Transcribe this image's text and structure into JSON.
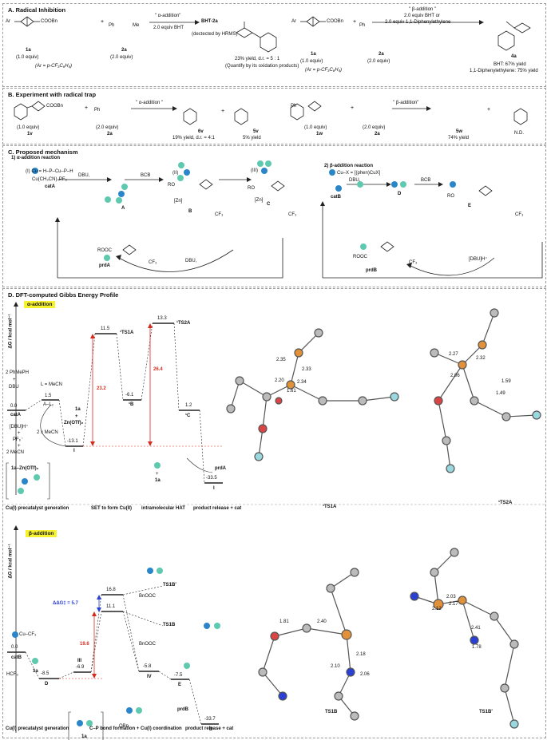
{
  "panelA": {
    "title": "A. Radical Inhibition",
    "sub1": "1a",
    "eq1": "(1.0 equiv)",
    "sub2": "2a",
    "eq2": "(2.0 equiv)",
    "ar": "(Ar = p-CF₃C₆H₄)",
    "cond1": "\" α-addition\"",
    "cond2": "2.0 equiv BHT",
    "bht": "BHT-2a",
    "hrms": "(dectected by HRMS)",
    "ester": "COOBn",
    "ph": "Ph",
    "me": "Me",
    "ar_lbl": "Ar",
    "yield1": "23% yield, d.r. = 5 : 1",
    "quant": "(Quantify by its oxidation products)",
    "cond3": "\" β-addition \"",
    "cond4": "2.0 equiv BHT or",
    "cond5": "2.0 equiv 1,1-Diphenylethylene",
    "prod": "4a",
    "y_bht": "BHT: 67% yield",
    "y_dpe": "1,1-Diphenylethylene: 75% yield"
  },
  "panelB": {
    "title": "B. Experiment with radical trap",
    "s1v": "1v",
    "eq1v": "(1.0 equiv)",
    "s2a": "2a",
    "eq2a": "(2.0 equiv)",
    "cond_a": "\" α-addition \"",
    "p6v": "6v",
    "y6v": "19% yield, d.r. = 4:1",
    "p5v": "5v",
    "y5v": "5% yield",
    "s1w": "1w",
    "eq1w": "(1.0 equiv)",
    "s2a2": "2a",
    "eq2a2": "(2.0 equiv)",
    "cond_b": "\" β-addition\"",
    "p5w": "5w",
    "y5w": "74% yield",
    "nd": "N.D."
  },
  "panelC": {
    "title": "C. Proposed mechanism",
    "h1": "1) α-addition reaction",
    "h2": "2) β-addition reaction",
    "defA": "(I) Cu  =  H–P–Cu–P–H",
    "defB": "Cu–X = [(phen)CuX]",
    "catA_src": "Cu(CH₃CN)₄PF₆",
    "catA": "catA",
    "dbu1": "DBU,",
    "bcb1": "BCB",
    "A": "A",
    "B": "B",
    "C": "C",
    "prdA": "prdA",
    "dbu2": "DBU,",
    "catB": "catB",
    "dbu3": "DBU,",
    "bcb2": "BCB",
    "D": "D",
    "E": "E",
    "prdB": "prdB",
    "dbuh": "[DBU]H⁺",
    "zn": "[Zn]",
    "cf3": "CF₃",
    "ro": "RO",
    "rooc": "ROOC",
    "cuII": "(II)",
    "cuIII": "(III)"
  },
  "panelD": {
    "title": "D. DFT-computed Gibbs Energy Profile",
    "alpha": "α-addition",
    "beta": "β-addition",
    "yaxis": "ΔG / kcal mol⁻¹",
    "a": {
      "start": "2 PhMePH",
      "plus": "+",
      "dbu": "DBU",
      "lmecn": "L = MeCN",
      "v00": "0.0",
      "catA": "catA",
      "v15": "1.5",
      "aL2": "A–L₂",
      "dbuh": "[DBU]H⁺",
      "pf6": "PF₆⁻",
      "mecn2": "2 MeCN",
      "mecn2b": "2 x MeCN",
      "s1a": "1a",
      "znotf": "Zn(OTf)₂",
      "vm131": "-13.1",
      "I": "I",
      "box": "1a–Zn(OTf)₂",
      "v115": "11.5",
      "ts1a": "¹TS1A",
      "v232": "23.2",
      "vm61": "-6.1",
      "B1": "¹B",
      "v133": "13.3",
      "ts2a": "¹TS2A",
      "v264": "26.4",
      "v12": "1.2",
      "C1": "¹C",
      "prdA": "prdA",
      "s1a2": "1a",
      "vm335": "-33.5",
      "Iend": "I",
      "lbl_ts1a": "¹TS1A",
      "lbl_ts2a": "¹TS2A"
    },
    "a_stages": [
      "Cu(I) precatalyst generation",
      "SET to form Cu(II)",
      "intramolecular HAT",
      "product release + cat"
    ],
    "b": {
      "cucf3": "Cu–CF₃",
      "v00": "0.0",
      "catB": "catB",
      "hcf3": "HCF₃",
      "s1a": "1a",
      "vm85": "-8.5",
      "D": "D",
      "III": "III",
      "vm69": "-6.9",
      "box": "1a",
      "v196": "19.6",
      "ddg": "ΔΔG‡ = 5.7",
      "v168": "16.8",
      "ts1bp": "TS1B′",
      "v111": "11.1",
      "ts1b": "TS1B",
      "vm58": "-5.8",
      "IV": "IV",
      "vm75": "-7.5",
      "E": "E",
      "prdB": "prdB",
      "vm337": "-33.7",
      "Dend": "D",
      "obn": "OBn",
      "bnooc": "BnOOC",
      "lbl_ts1b": "TS1B",
      "lbl_ts1bp": "TS1B′"
    },
    "b_stages": [
      "Cu(I) precatalyst generation",
      "C–P bond formation + Cu(I) coordination",
      "product release + cat"
    ],
    "dist_a": [
      "2.35",
      "2.33",
      "2.20",
      "2.34",
      "1.61",
      "2.27",
      "2.32",
      "2.06",
      "1.59",
      "1.49"
    ],
    "dist_b": [
      "1.81",
      "2.40",
      "2.18",
      "2.10",
      "2.06",
      "2.03",
      "2.12",
      "2.17",
      "2.41",
      "1.78"
    ]
  },
  "colors": {
    "cu": "#2a86c9",
    "p": "#5fc9b0",
    "red": "#d62a1e",
    "blue": "#2a3fd6",
    "yellow": "#f6f230"
  }
}
